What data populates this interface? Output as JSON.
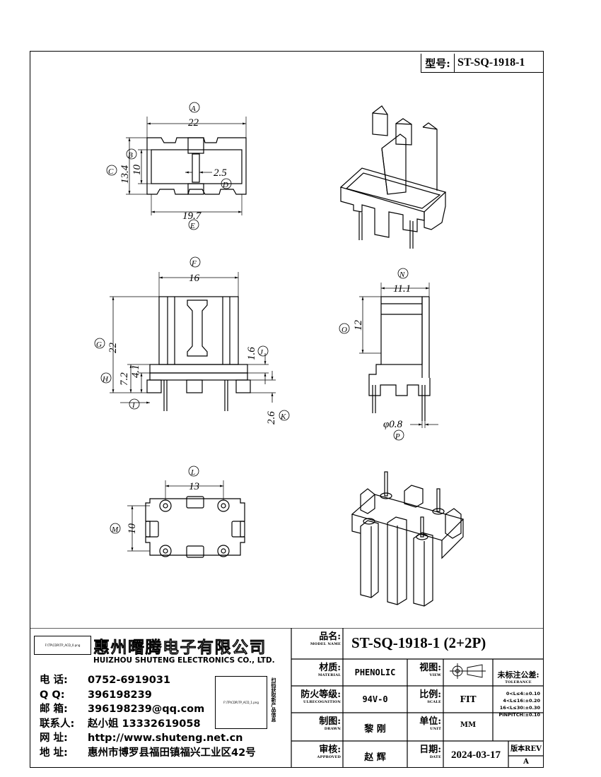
{
  "header": {
    "model_label": "型号:",
    "model_value": "ST-SQ-1918-1"
  },
  "top_view": {
    "dims": {
      "A": "A",
      "A_val": "22",
      "B": "B",
      "C": "C",
      "C_val": "13.4",
      "B_val": "10",
      "D": "D",
      "D_val": "2.5",
      "E": "E",
      "E_val": "19.7"
    }
  },
  "front_view": {
    "dims": {
      "F": "F",
      "F_val": "16",
      "G": "G",
      "G_val": "22",
      "H": "H",
      "H_val1": "7.2",
      "H_val2": "4.1",
      "I": "I",
      "J": "J",
      "J_val": "1.6",
      "K": "K",
      "K_val": "2.6"
    }
  },
  "side_view": {
    "dims": {
      "N": "N",
      "N_val": "11.1",
      "O": "O",
      "O_val": "12",
      "P": "P",
      "P_val": "φ0.8"
    }
  },
  "bottom_view": {
    "dims": {
      "L": "L",
      "L_val": "13",
      "M": "M",
      "M_val": "10"
    }
  },
  "title_block": {
    "company_logo_text": "F:\\TP\\CDR\\TP_ACD_0.png",
    "company_cn": "惠州曙腾电子有限公司",
    "company_en": "HUIZHOU SHUTENG ELECTRONICS CO., LTD.",
    "qr_text": "F:\\TP\\CDR\\TP_ACD_1.png",
    "qr_side": "扫码获取新产品信息",
    "contacts": [
      {
        "label": "电    话:",
        "value": "0752-6919031"
      },
      {
        "label": "Q      Q:",
        "value": "396198239"
      },
      {
        "label": "邮    箱:",
        "value": "396198239@qq.com"
      },
      {
        "label": "联系人:",
        "value": "赵小姐 13332619058"
      },
      {
        "label": "网    址:",
        "value": "http://www.shuteng.net.cn"
      },
      {
        "label": "地    址:",
        "value": "惠州市博罗县福田镇福兴工业区42号"
      }
    ],
    "model_name_label": "品名:",
    "model_name_sub": "MODEL NAME",
    "model_name_value": "ST-SQ-1918-1 (2+2P)",
    "material_label": "材质:",
    "material_sub": "MATERIAL",
    "material_value": "PHENOLIC",
    "view_label": "视图:",
    "view_sub": "VIEW",
    "tolerance_label": "未标注公差:",
    "tolerance_sub": "TOLERANCE",
    "tolerance_lines": [
      "0<L≤4:±0.10",
      "4<L≤16:±0.20",
      "16<L≤30:±0.30",
      "PINPITCH:±0.10"
    ],
    "flame_label": "防火等级:",
    "flame_sub": "ULRECOGNITION",
    "flame_value": "94V-0",
    "scale_label": "比例:",
    "scale_sub": "SCALE",
    "scale_value": "FIT",
    "drawn_label": "制图:",
    "drawn_sub": "DRAWN",
    "drawn_value": "黎 刚",
    "unit_label": "单位:",
    "unit_sub": "UNIT",
    "unit_value": "MM",
    "approved_label": "审核:",
    "approved_sub": "APPROVED",
    "approved_value": "赵 辉",
    "date_label": "日期:",
    "date_sub": "DATE",
    "date_value": "2024-03-17",
    "rev_label": "版本REV",
    "rev_value": "A"
  }
}
